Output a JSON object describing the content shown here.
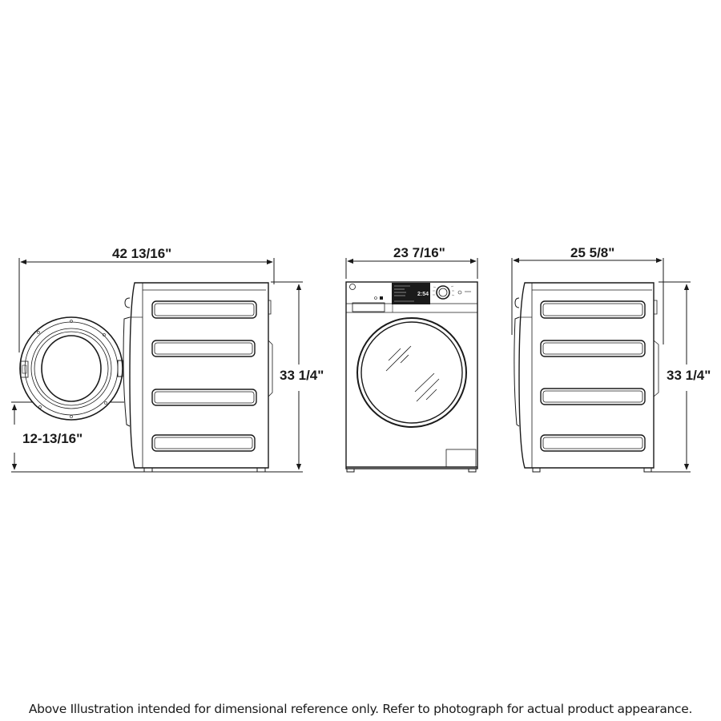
{
  "diagram": {
    "title": "Washer dimensional reference illustration",
    "views": [
      {
        "name": "side view with door open",
        "dimensions": {
          "overall_depth_door_open": "42 13/16\"",
          "height": "33 1/4\"",
          "door_center_height": "12-13/16\""
        }
      },
      {
        "name": "front view",
        "dimensions": {
          "width": "23 7/16\""
        }
      },
      {
        "name": "side view",
        "dimensions": {
          "depth": "25 5/8\"",
          "height": "33 1/4\""
        }
      }
    ]
  },
  "labels": {
    "depth_door_open": "42 13/16\"",
    "height_left": "33 1/4\"",
    "door_height": "12-13/16\"",
    "width_front": "23 7/16\"",
    "depth_side": "25 5/8\"",
    "height_right": "33 1/4\""
  },
  "footer": {
    "caption": "Above Illustration intended for dimensional reference only. Refer to photograph for actual product appearance."
  },
  "colors": {
    "line": "#1a1a1a",
    "background": "#ffffff"
  }
}
